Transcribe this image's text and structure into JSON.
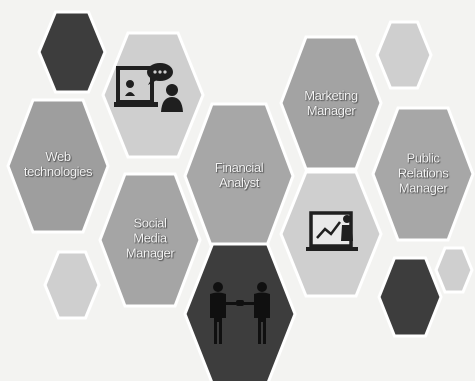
{
  "hexagons": [
    {
      "id": "web-technologies",
      "label_lines": [
        "Web",
        "technologies"
      ],
      "color": "#9e9e9e"
    },
    {
      "id": "financial-analyst",
      "label_lines": [
        "Financial",
        "Analyst"
      ],
      "color": "#a7a7a7"
    },
    {
      "id": "marketing-manager",
      "label_lines": [
        "Marketing",
        "Manager"
      ],
      "color": "#a3a3a3"
    },
    {
      "id": "public-relations-manager",
      "label_lines": [
        "Public",
        "Relations",
        "Manager"
      ],
      "color": "#a7a7a7"
    },
    {
      "id": "social-media-manager",
      "label_lines": [
        "Social",
        "Media",
        "Manager"
      ],
      "color": "#a5a5a5"
    }
  ],
  "icons": [
    {
      "name": "presentation-chat-icon"
    },
    {
      "name": "whiteboard-chart-icon"
    },
    {
      "name": "business-people-icon"
    }
  ],
  "colors": {
    "background": "#f3f3f1",
    "dark_hex": "#3d3d3d",
    "medium_hex": "#a5a5a5",
    "light_hex": "#cfcfcf"
  }
}
